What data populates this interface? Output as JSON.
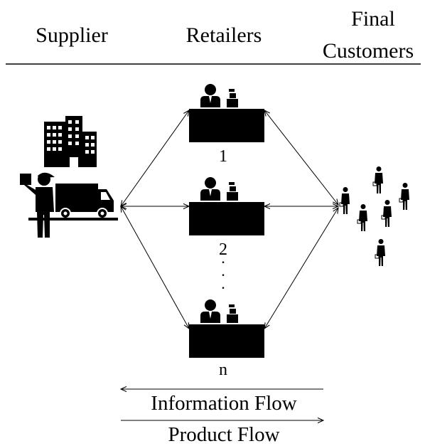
{
  "headers": {
    "supplier": "Supplier",
    "retailers": "Retailers",
    "final_line1": "Final",
    "final_line2": "Customers"
  },
  "retailer_labels": {
    "first": "1",
    "second": "2",
    "dots": ".\n.\n.",
    "last": "n"
  },
  "legend": {
    "information_flow": "Information Flow",
    "product_flow": "Product Flow"
  },
  "icons": {
    "supplier_building": "building-icon",
    "supplier_person": "delivery-person-icon",
    "supplier_truck": "delivery-truck-icon",
    "retailer": "cashier-counter-icon",
    "customer": "shopper-person-icon"
  },
  "colors": {
    "ink": "#000000",
    "background": "#ffffff"
  }
}
